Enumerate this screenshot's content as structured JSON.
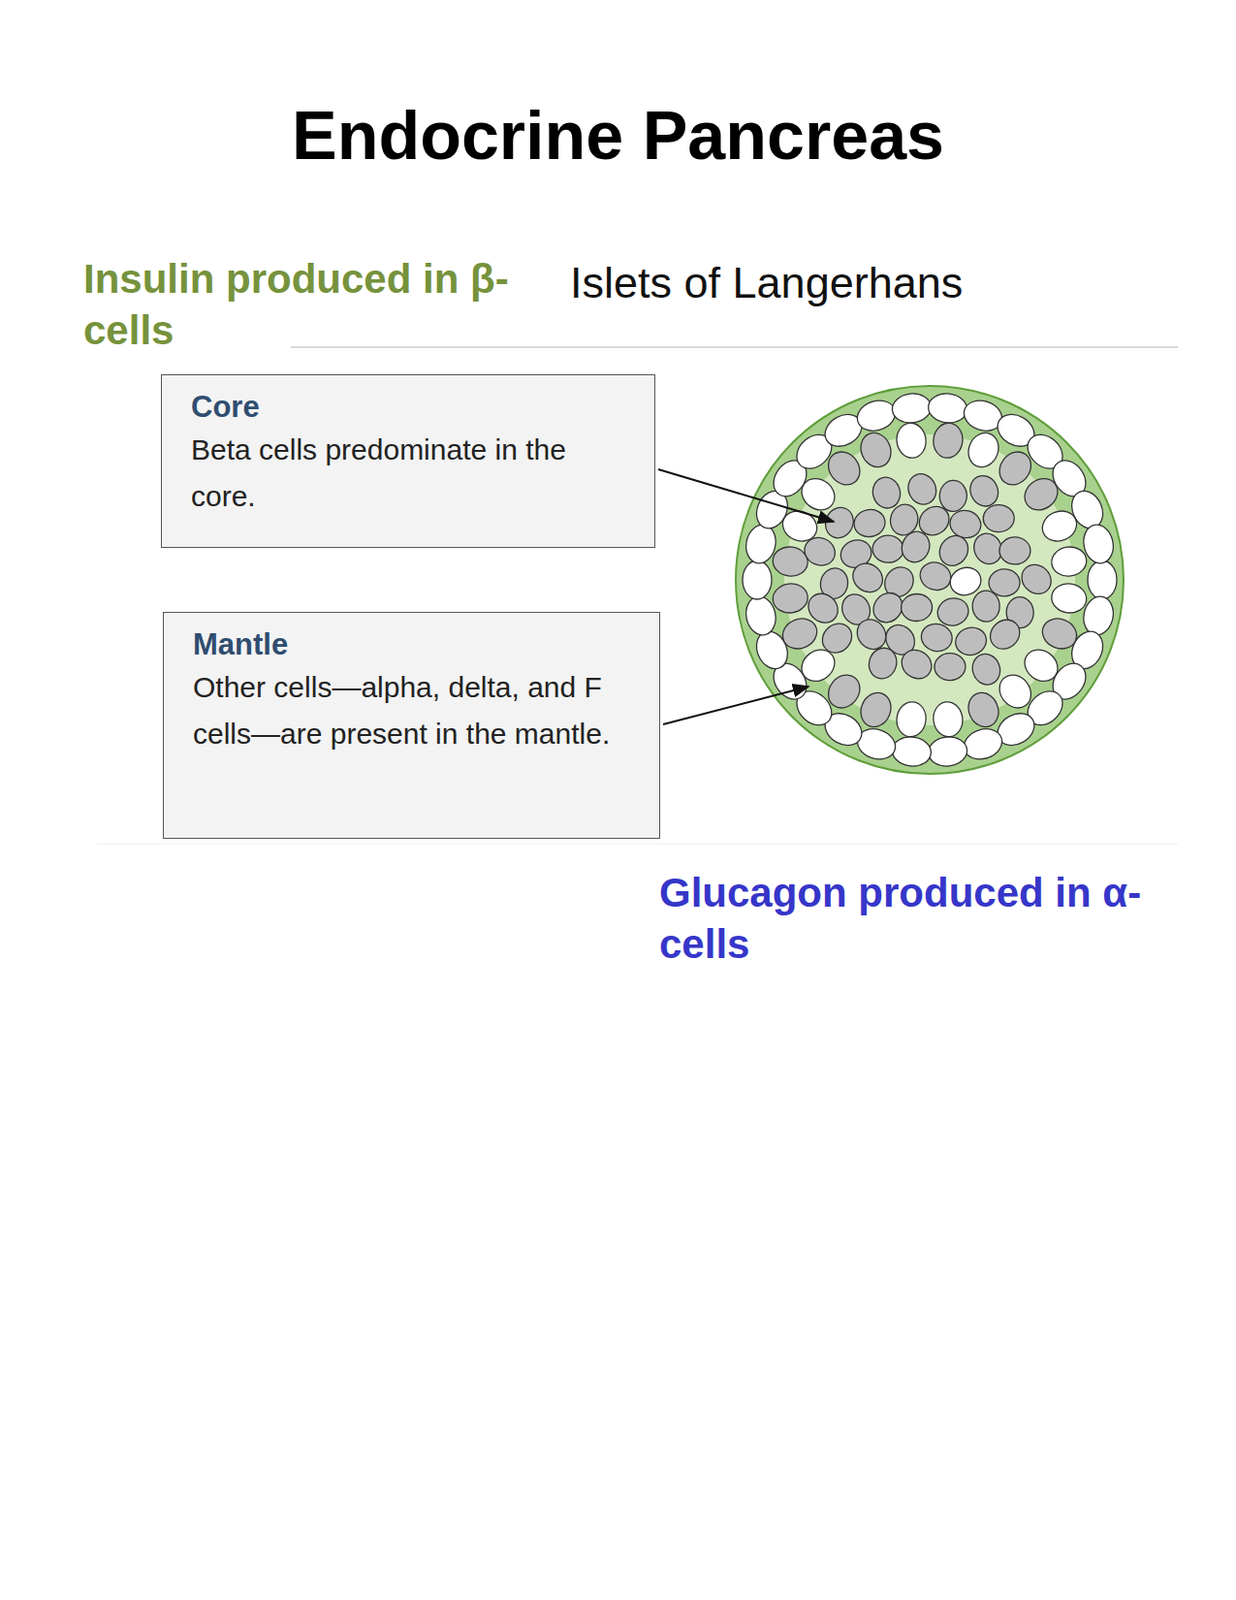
{
  "diagram": {
    "title": "Endocrine Pancreas",
    "nodes": [
      {
        "text": [
          "Core",
          "Beta cells predominate in the core."
        ]
      },
      {
        "text": [
          "Mantle",
          "Other cells—alpha, delta, and F cells—are present in the mantle."
        ]
      }
    ],
    "labels": [
      "Insulin produced in β-cells",
      "Islets of Langerhans",
      "Glucagon produced in α-cells"
    ]
  }
}
